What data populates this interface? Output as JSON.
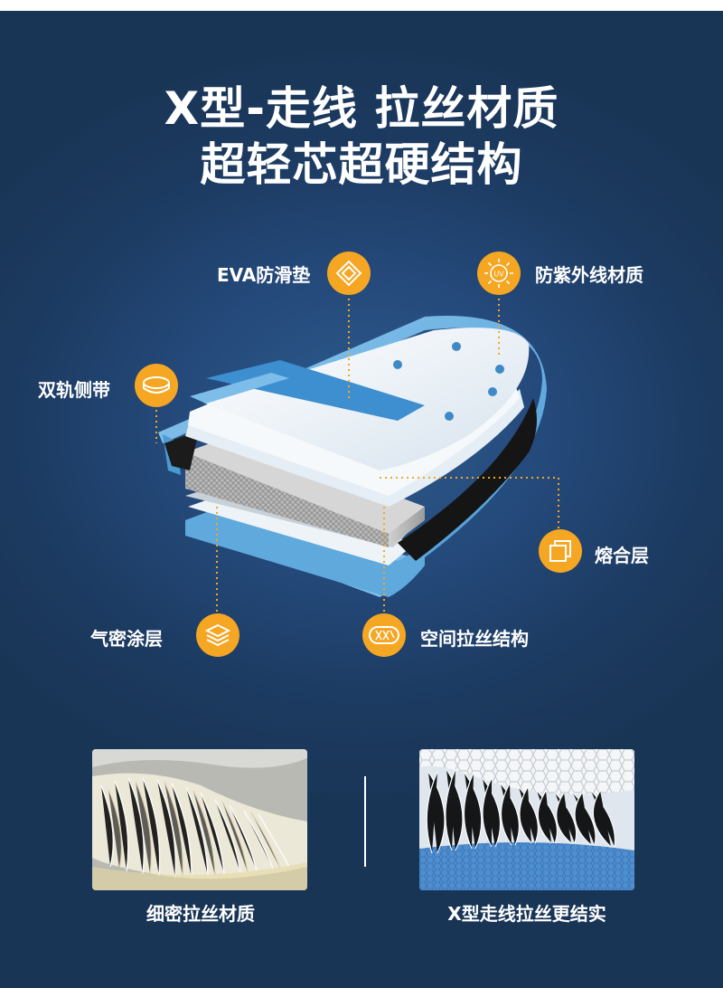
{
  "headline": {
    "line1": "X型-走线 拉丝材质",
    "line2": "超轻芯超硬结构"
  },
  "callouts": {
    "eva": "EVA防滑垫",
    "uv": "防紫外线材质",
    "rails": "双轨侧带",
    "fusion": "熔合层",
    "airtight": "气密涂层",
    "dropstitch": "空间拉丝结构"
  },
  "uv_badge_text": "UV",
  "photos": {
    "left_caption": "细密拉丝材质",
    "right_caption": "X型走线拉丝更结实"
  },
  "colors": {
    "accent": "#f5a623",
    "background": "#1f3d63",
    "board_blue": "#3a8fd0"
  },
  "icons": [
    "diamond-pattern-icon",
    "uv-sun-icon",
    "rail-band-icon",
    "fusion-squares-icon",
    "layers-icon",
    "drop-stitch-icon"
  ]
}
